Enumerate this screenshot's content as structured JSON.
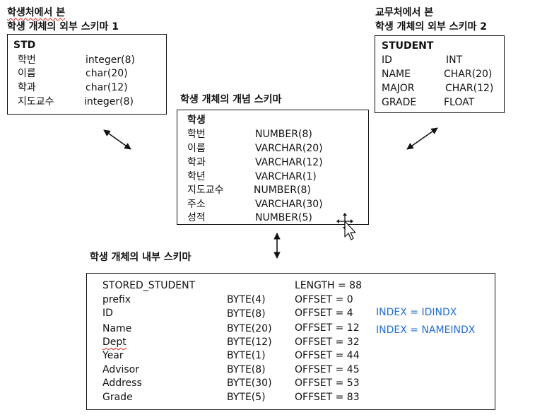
{
  "external1": {
    "title_line1": "학생처에서 본",
    "title_line2": "학생 개체의 외부 스키마 1",
    "header": "STD",
    "fields": [
      {
        "name": "학번",
        "type": "integer(8)"
      },
      {
        "name": "이름",
        "type": "char(20)"
      },
      {
        "name": "학과",
        "type": "char(12)"
      },
      {
        "name": "지도교수",
        "type": "integer(8)"
      }
    ]
  },
  "external2": {
    "title_line1": "교무처에서 본",
    "title_line2": "학생 개체의 외부 스키마 2",
    "header": "STUDENT",
    "fields": [
      {
        "name": "ID",
        "type": "INT"
      },
      {
        "name": "NAME",
        "type": "CHAR(20)"
      },
      {
        "name": "MAJOR",
        "type": "CHAR(12)"
      },
      {
        "name": "GRADE",
        "type": "FLOAT"
      }
    ]
  },
  "conceptual": {
    "title": "학생 개체의 개념 스키마",
    "header": "학생",
    "fields": [
      {
        "name": "학번",
        "type": "NUMBER(8)"
      },
      {
        "name": "이름",
        "type": "VARCHAR(20)"
      },
      {
        "name": "학과",
        "type": "VARCHAR(12)"
      },
      {
        "name": "학년",
        "type": "VARCHAR(1)"
      },
      {
        "name": "지도교수",
        "type": "NUMBER(8)"
      },
      {
        "name": "주소",
        "type": "VARCHAR(30)"
      },
      {
        "name": "성적",
        "type": "NUMBER(5)"
      }
    ]
  },
  "internal": {
    "title": "학생 개체의 내부 스키마",
    "header": "STORED_STUDENT",
    "length": "LENGTH = 88",
    "fields": [
      {
        "name": "prefix",
        "type": "BYTE(4)",
        "offset": "OFFSET = 0"
      },
      {
        "name": "ID",
        "type": "BYTE(8)",
        "offset": "OFFSET = 4"
      },
      {
        "name": "Name",
        "type": "BYTE(20)",
        "offset": "OFFSET = 12"
      },
      {
        "name": "Dept",
        "type": "BYTE(12)",
        "offset": "OFFSET = 32"
      },
      {
        "name": "Year",
        "type": "BYTE(1)",
        "offset": "OFFSET = 44"
      },
      {
        "name": "Advisor",
        "type": "BYTE(8)",
        "offset": "OFFSET = 45"
      },
      {
        "name": "Address",
        "type": "BYTE(30)",
        "offset": "OFFSET = 53"
      },
      {
        "name": "Grade",
        "type": "BYTE(5)",
        "offset": "OFFSET = 83"
      }
    ],
    "indexes": [
      "INDEX = IDINDX",
      "INDEX = NAMEINDX"
    ],
    "index_color": "#1f6fd1"
  },
  "cursor": {
    "icon": "move-cursor-icon"
  }
}
